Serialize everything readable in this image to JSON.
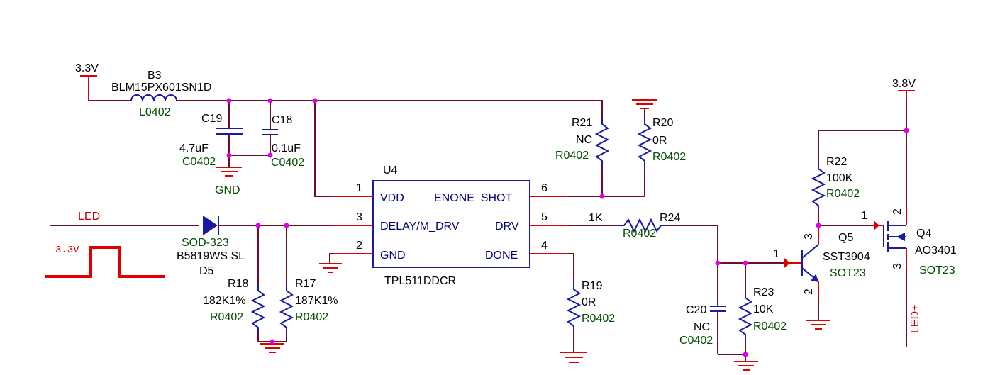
{
  "nets": {
    "v33": "3.3V",
    "v38": "3.8V",
    "led": "LED",
    "led_plus": "LED+",
    "gnd": "GND"
  },
  "waveform": {
    "label": "3.3V"
  },
  "ic": {
    "ref": "U4",
    "value": "TPL511DDCR",
    "pins": [
      {
        "num": "1",
        "name": "VDD"
      },
      {
        "num": "3",
        "name": "DELAY/M_DRV"
      },
      {
        "num": "2",
        "name": "GND"
      },
      {
        "num": "6",
        "name": "ENONE_SHOT"
      },
      {
        "num": "5",
        "name": "DRV"
      },
      {
        "num": "4",
        "name": "DONE"
      }
    ]
  },
  "components": {
    "b3": {
      "ref": "B3",
      "value": "BLM15PX601SN1D",
      "pkg": "L0402"
    },
    "c19": {
      "ref": "C19",
      "value": "4.7uF",
      "pkg": "C0402"
    },
    "c18": {
      "ref": "C18",
      "value": "0.1uF",
      "pkg": "C0402"
    },
    "r21": {
      "ref": "R21",
      "value": "NC",
      "pkg": "R0402"
    },
    "r20": {
      "ref": "R20",
      "value": "0R",
      "pkg": "R0402"
    },
    "d5": {
      "ref": "D5",
      "value": "B5819WS SL",
      "pkg": "SOD-323"
    },
    "r18": {
      "ref": "R18",
      "value": "182K1%",
      "pkg": "R0402"
    },
    "r17": {
      "ref": "R17",
      "value": "187K1%",
      "pkg": "R0402"
    },
    "r19": {
      "ref": "R19",
      "value": "0R",
      "pkg": "R0402"
    },
    "r24": {
      "ref": "R24",
      "value": "1K",
      "pkg": "R0402"
    },
    "c20": {
      "ref": "C20",
      "value": "NC",
      "pkg": "C0402"
    },
    "r23": {
      "ref": "R23",
      "value": "10K",
      "pkg": "R0402"
    },
    "r22": {
      "ref": "R22",
      "value": "100K",
      "pkg": "R0402"
    },
    "q5": {
      "ref": "Q5",
      "value": "SST3904",
      "pkg": "SOT23",
      "pins": [
        "1",
        "3",
        "2"
      ]
    },
    "q4": {
      "ref": "Q4",
      "value": "AO3401",
      "pkg": "SOT23",
      "pins": [
        "1",
        "2",
        "3"
      ]
    }
  },
  "colors": {
    "wire": "#6b0f2a",
    "pin": "#e00000",
    "symbol": "#1a1aa0",
    "junction": "#e000e0",
    "package": "#004d00"
  }
}
